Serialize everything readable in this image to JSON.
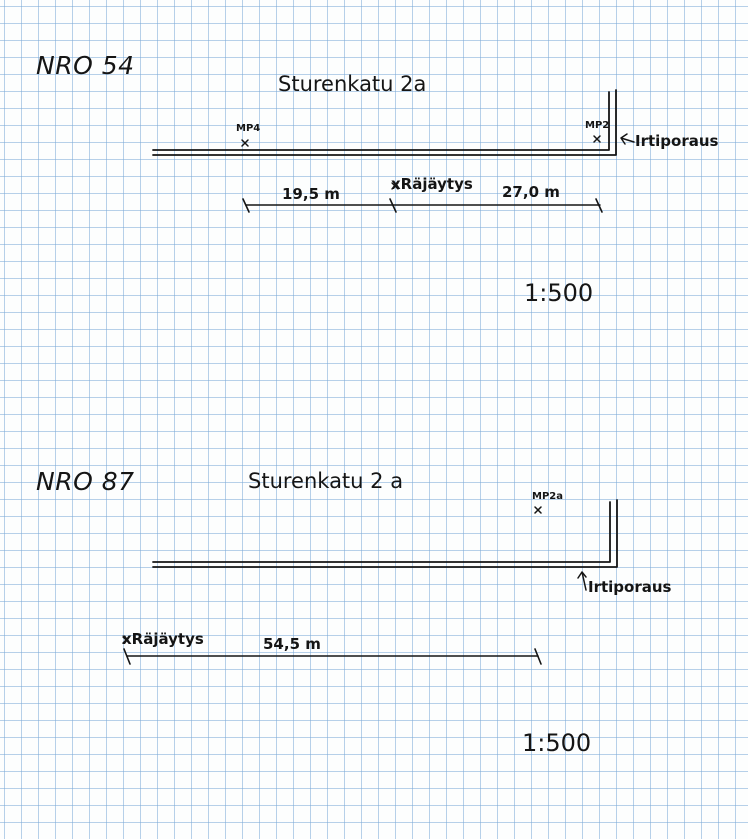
{
  "sections": [
    {
      "id": "nro54",
      "nro": "NRO 54",
      "street": "Sturenkatu 2a",
      "markers": [
        "MP4",
        "MP2"
      ],
      "edge_label": "Irtiporaus",
      "blast_label": "xRäjäytys",
      "distances": [
        "19,5 m",
        "27,0 m"
      ],
      "scale": "1:500"
    },
    {
      "id": "nro87",
      "nro": "NRO 87",
      "street": "Sturenkatu 2 a",
      "markers": [
        "MP2a"
      ],
      "edge_label": "Irtiporaus",
      "blast_label": "xRäjäytys",
      "distances": [
        "54,5 m"
      ],
      "scale": "1:500"
    }
  ]
}
